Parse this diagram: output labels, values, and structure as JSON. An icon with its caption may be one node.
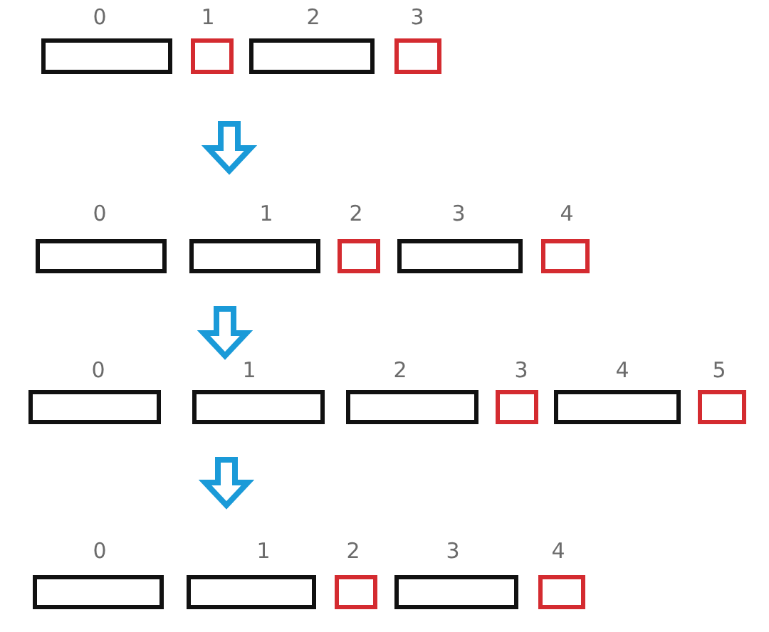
{
  "diagram": {
    "nodes": [
      {
        "text": [],
        "shape": "box",
        "beside": [
          "0"
        ]
      },
      {
        "text": [],
        "shape": "square",
        "beside": [
          "1"
        ]
      },
      {
        "text": [],
        "shape": "box",
        "beside": [
          "2"
        ]
      },
      {
        "text": [],
        "shape": "square",
        "beside": [
          "3"
        ]
      },
      {
        "text": [],
        "shape": "box",
        "beside": [
          "0"
        ]
      },
      {
        "text": [],
        "shape": "box",
        "beside": [
          "1"
        ]
      },
      {
        "text": [],
        "shape": "square",
        "beside": [
          "2"
        ]
      },
      {
        "text": [],
        "shape": "box",
        "beside": [
          "3"
        ]
      },
      {
        "text": [],
        "shape": "square",
        "beside": [
          "4"
        ]
      },
      {
        "text": [],
        "shape": "box",
        "beside": [
          "0"
        ]
      },
      {
        "text": [],
        "shape": "box",
        "beside": [
          "1"
        ]
      },
      {
        "text": [],
        "shape": "box",
        "beside": [
          "2"
        ]
      },
      {
        "text": [],
        "shape": "square",
        "beside": [
          "3"
        ]
      },
      {
        "text": [],
        "shape": "box",
        "beside": [
          "4"
        ]
      },
      {
        "text": [],
        "shape": "square",
        "beside": [
          "5"
        ]
      },
      {
        "text": [],
        "shape": "box",
        "beside": [
          "0"
        ]
      },
      {
        "text": [],
        "shape": "box",
        "beside": [
          "1"
        ]
      },
      {
        "text": [],
        "shape": "square",
        "beside": [
          "2"
        ]
      },
      {
        "text": [],
        "shape": "box",
        "beside": [
          "3"
        ]
      },
      {
        "text": [],
        "shape": "square",
        "beside": [
          "4"
        ]
      }
    ],
    "edges": [
      {
        "from": 1,
        "to": 5,
        "arrow": "to",
        "style": "thick"
      },
      {
        "from": 5,
        "to": 10,
        "arrow": "to",
        "style": "thick"
      },
      {
        "from": 10,
        "to": 16,
        "arrow": "to",
        "style": "thick"
      }
    ]
  }
}
